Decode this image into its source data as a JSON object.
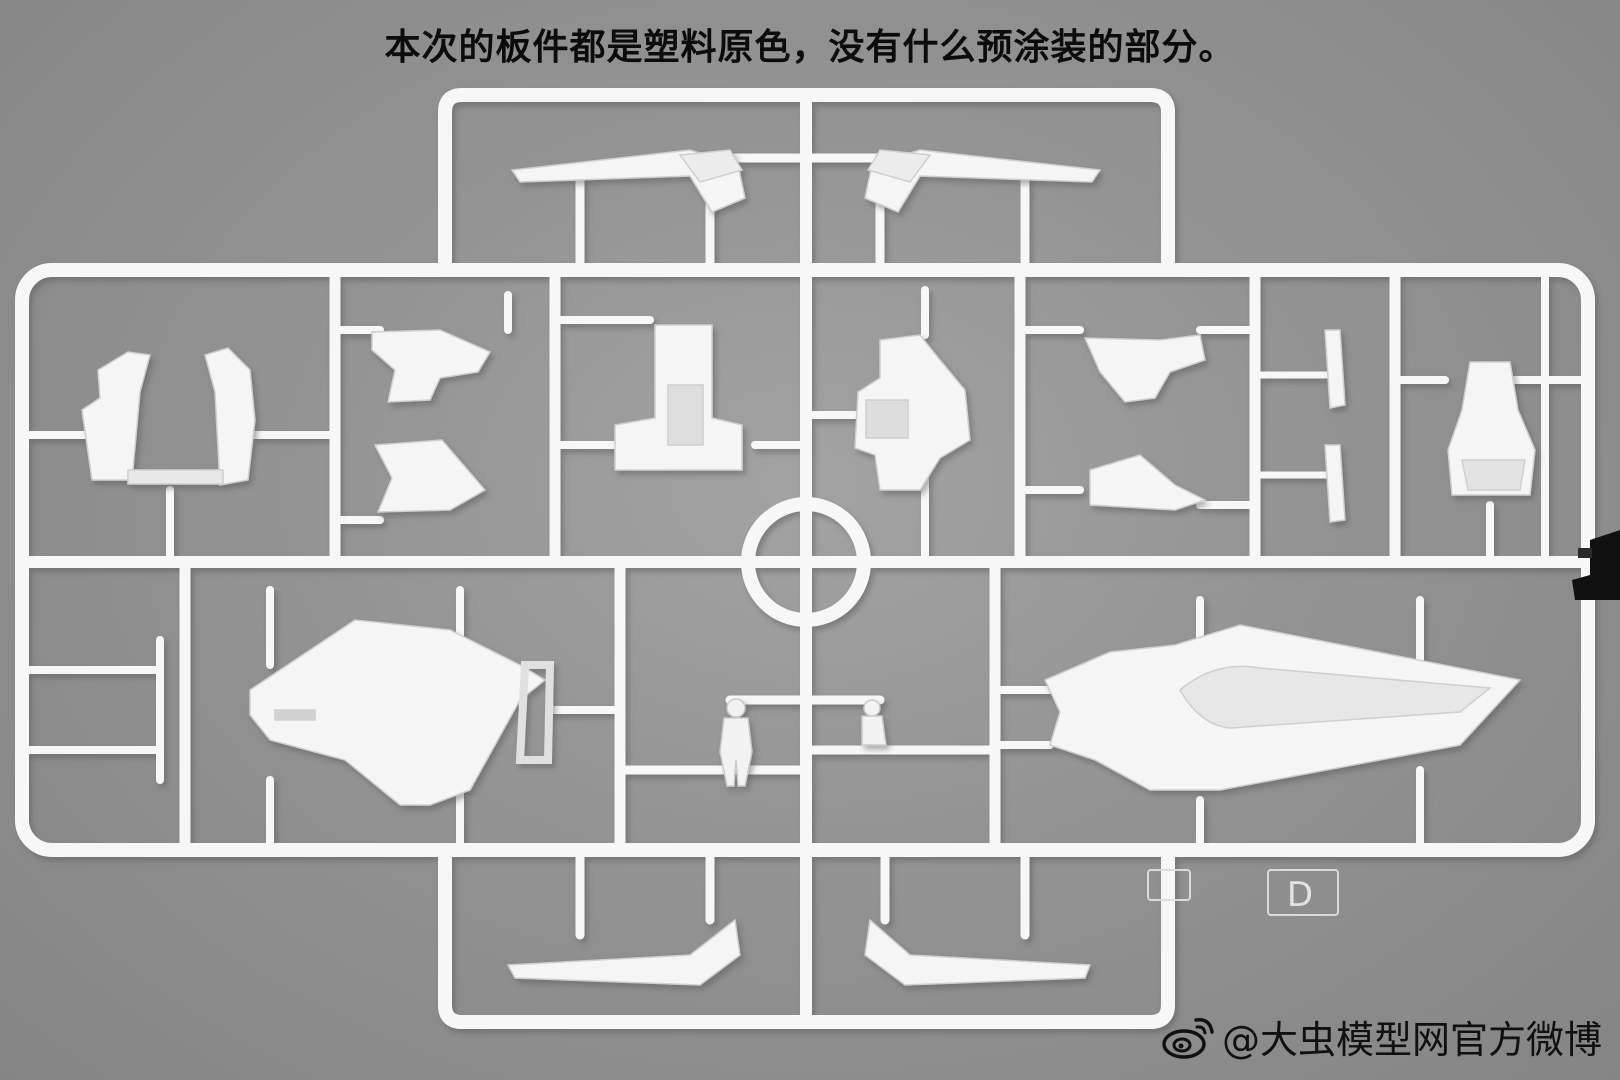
{
  "caption": "本次的板件都是塑料原色，没有什么预涂装的部分。",
  "watermark": {
    "handle": "@大虫模型网官方微博",
    "icon": "weibo-icon"
  },
  "runner_tag": "D",
  "colors": {
    "background": "#939393",
    "plastic": "#f6f6f6",
    "plastic_shadow": "#d4d4d4"
  }
}
